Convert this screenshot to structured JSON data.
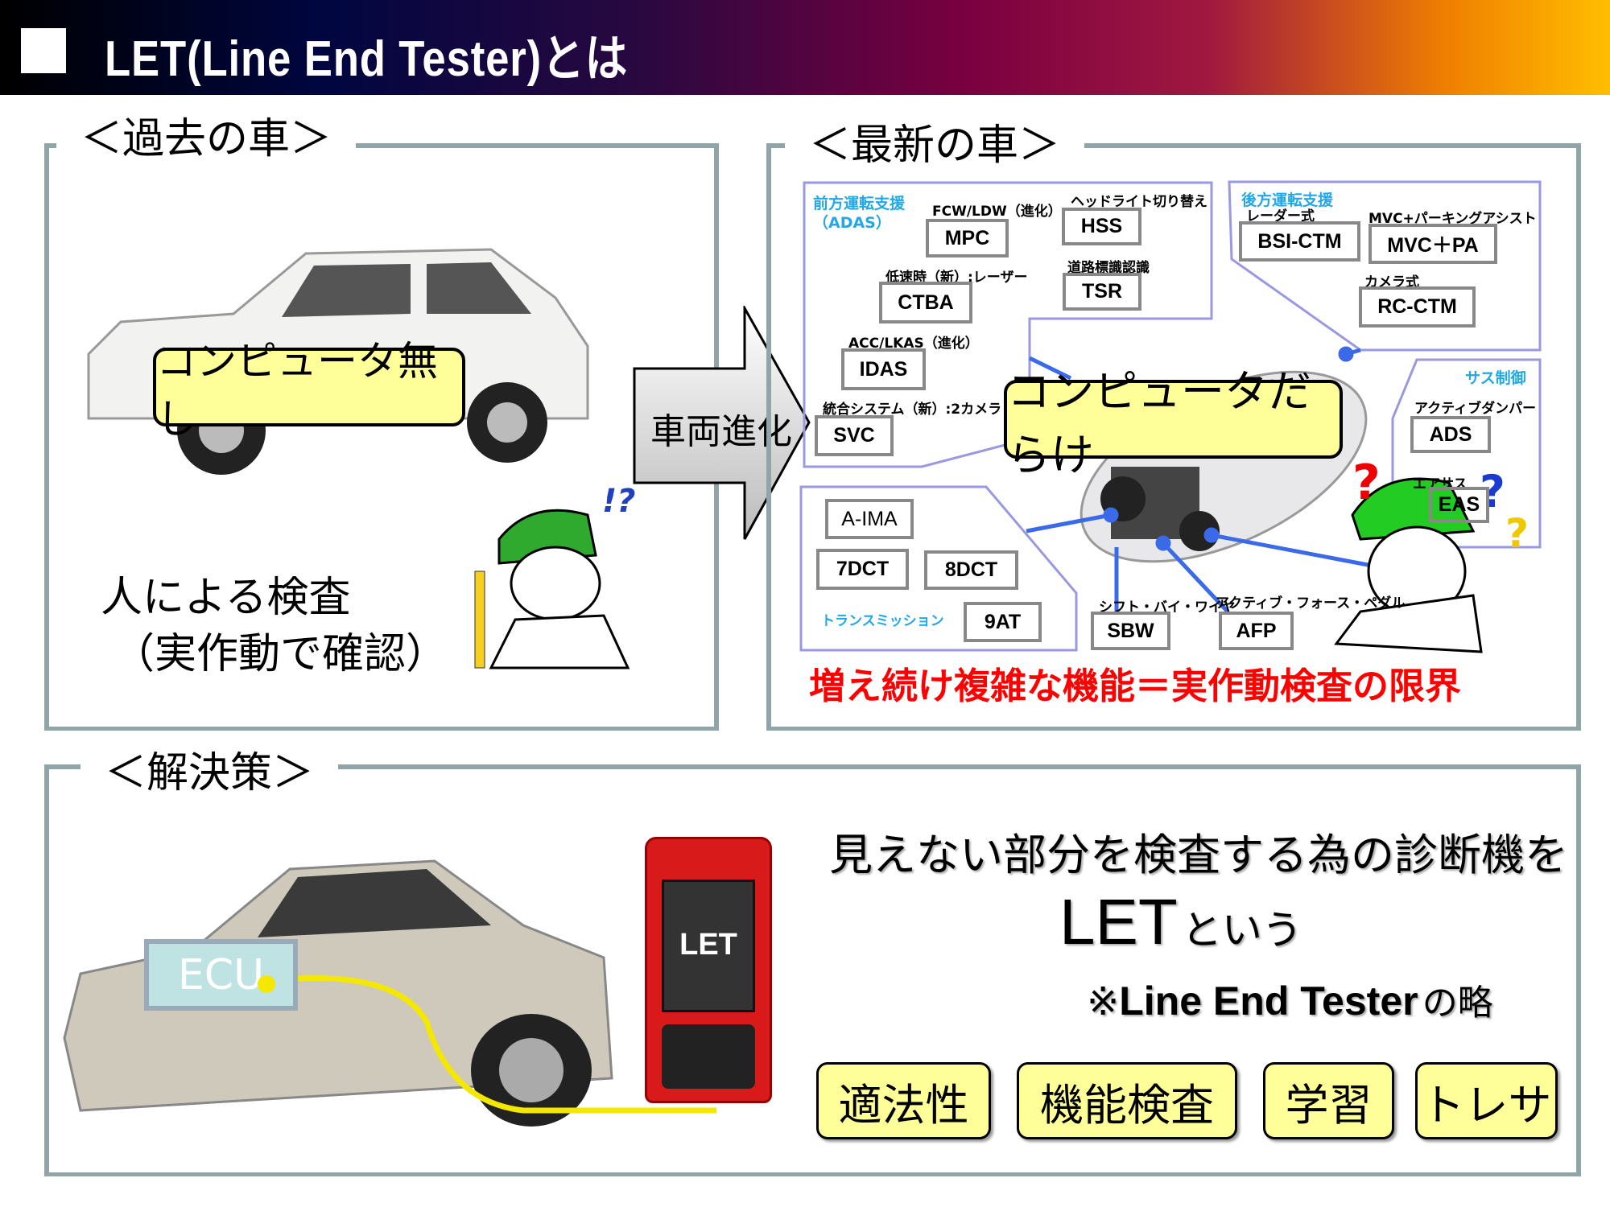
{
  "header": {
    "title": "LET(Line End Tester)とは"
  },
  "past": {
    "title": "＜過去の車＞",
    "callout": "コンピュータ無し",
    "inspection_line1": "人による検査",
    "inspection_line2": "（実作動で確認）",
    "surprise": "!?"
  },
  "arrow": {
    "label": "車両進化"
  },
  "latest": {
    "title": "＜最新の車＞",
    "callout": "コンピュータだらけ",
    "front": {
      "heading1": "前方運転支援",
      "heading2": "（ADAS）",
      "items": [
        {
          "label": "FCW/LDW（進化）",
          "code": "MPC"
        },
        {
          "label": "ヘッドライト切り替え",
          "code": "HSS"
        },
        {
          "label": "低速時（新）:レーザー",
          "code": "CTBA"
        },
        {
          "label": "道路標識認識",
          "code": "TSR"
        },
        {
          "label": "ACC/LKAS（進化）",
          "code": "IDAS"
        },
        {
          "label": "統合システム（新）:2カメラ",
          "code": "SVC"
        }
      ]
    },
    "rear": {
      "heading": "後方運転支援",
      "items": [
        {
          "label": "レーダー式",
          "code": "BSI-CTM"
        },
        {
          "label": "MVC+パーキングアシスト",
          "code": "MVC＋PA"
        },
        {
          "label": "カメラ式",
          "code": "RC-CTM"
        }
      ]
    },
    "suspension": {
      "heading": "サス制御",
      "items": [
        {
          "label": "アクティブダンパー",
          "code": "ADS"
        },
        {
          "label": "エアサス",
          "code": "EAS"
        }
      ]
    },
    "transmission": {
      "heading": "トランスミッション",
      "items": [
        "A-IMA",
        "7DCT",
        "8DCT",
        "9AT"
      ]
    },
    "others": [
      {
        "label": "シフト・バイ・ワイヤ",
        "code": "SBW"
      },
      {
        "label": "アクティブ・フォース・ペダル",
        "code": "AFP"
      }
    ],
    "conclusion": "増え続け複雑な機能＝実作動検査の限界",
    "colors": {
      "accent_red": "#ff0000",
      "heading_blue": "#22a8e8",
      "line_blue": "#3a6ae8"
    }
  },
  "solution": {
    "title": "＜解決策＞",
    "ecu_label": "ECU",
    "device_label": "LET",
    "line1": "見えない部分を検査する為の診断機を",
    "let_big": "LET",
    "let_suffix": "という",
    "note_mark": "※",
    "note_bold": "Line End Tester",
    "note_suffix": "の略",
    "buttons": [
      "適法性",
      "機能検査",
      "学習",
      "トレサ"
    ]
  }
}
